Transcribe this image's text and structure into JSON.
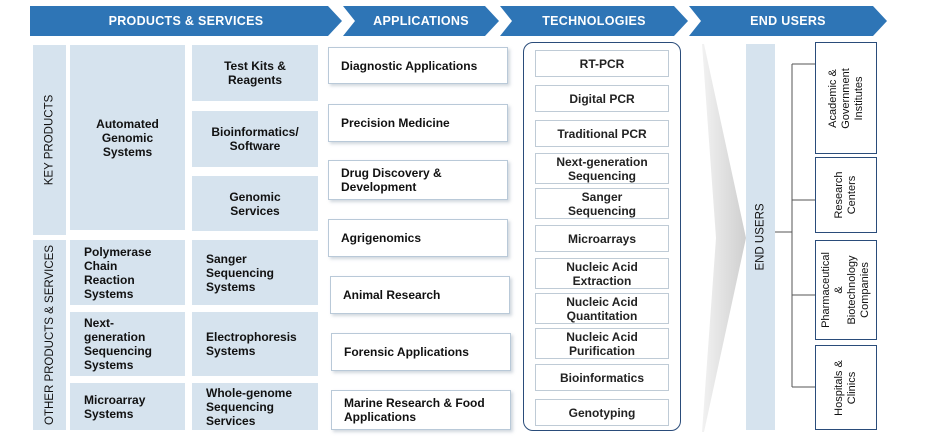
{
  "headers": {
    "products": "PRODUCTS & SERVICES",
    "applications": "APPLICATIONS",
    "technologies": "TECHNOLOGIES",
    "end_users": "END USERS"
  },
  "side_labels": {
    "key": "KEY PRODUCTS",
    "other": "OTHER PRODUCTS & SERVICES",
    "end_users": "END USERS"
  },
  "key_products": {
    "automated": "Automated Genomic Systems",
    "test_kits": "Test Kits & Reagents",
    "bioinformatics": "Bioinformatics/ Software",
    "genomic_services": "Genomic Services"
  },
  "other_products": {
    "pcr_systems": "Polymerase Chain Reaction Systems",
    "sanger_systems": "Sanger Sequencing Systems",
    "ngs_systems": "Next-generation Sequencing Systems",
    "electrophoresis": "Electrophoresis Systems",
    "microarray": "Microarray Systems",
    "wgs_services": "Whole-genome Sequencing Services"
  },
  "applications": [
    "Diagnostic Applications",
    "Precision Medicine",
    "Drug Discovery & Development",
    "Agrigenomics",
    "Animal Research",
    "Forensic Applications",
    "Marine Research & Food Applications"
  ],
  "technologies": [
    "RT-PCR",
    "Digital PCR",
    "Traditional PCR",
    "Next-generation Sequencing",
    "Sanger Sequencing",
    "Microarrays",
    "Nucleic Acid Extraction",
    "Nucleic Acid Quantitation",
    "Nucleic Acid Purification",
    "Bioinformatics",
    "Genotyping"
  ],
  "end_users": [
    "Academic & Government Institutes",
    "Research Centers",
    "Pharmaceutical & Biotechnology Companies",
    "Hospitals & Clinics"
  ],
  "colors": {
    "header": "#2e75b6",
    "cell": "#d6e3ee",
    "border": "#2a4c7a"
  }
}
